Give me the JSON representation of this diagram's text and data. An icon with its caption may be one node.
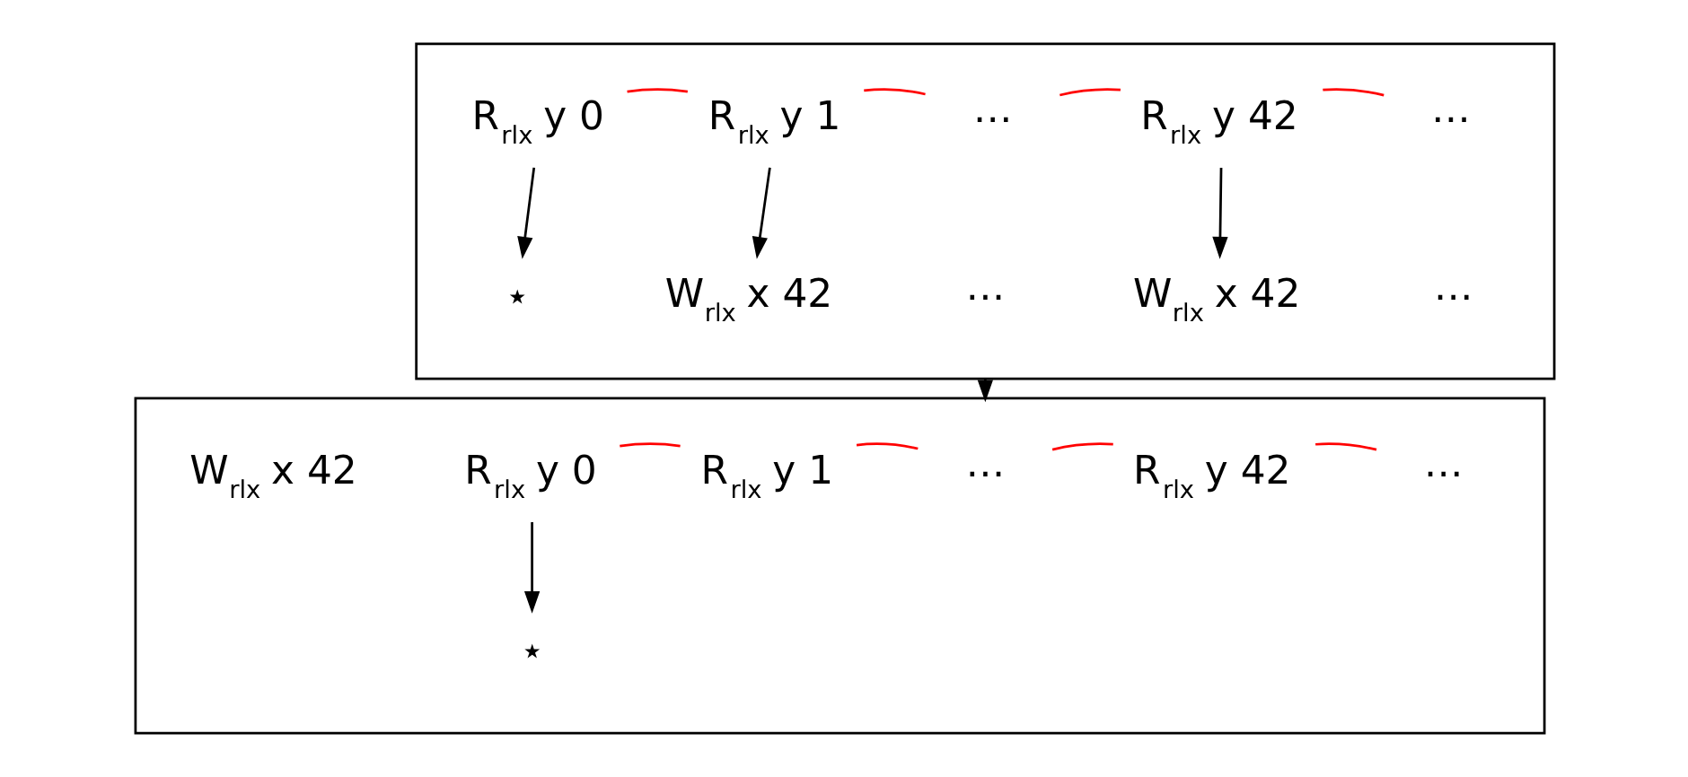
{
  "diagram": {
    "nodes": [
      {
        "text": [],
        "shape": "box"
      },
      {
        "text": [
          "R$_{rlx}$ y 0"
        ],
        "in": 0
      },
      {
        "text": [
          "R$_{rlx}$ y 1"
        ],
        "in": 0
      },
      {
        "text": [
          "⋯"
        ],
        "in": 0
      },
      {
        "text": [
          "R$_{rlx}$ y 42"
        ],
        "in": 0
      },
      {
        "text": [
          "⋯"
        ],
        "in": 0
      },
      {
        "text": [
          "⋆"
        ],
        "in": 0
      },
      {
        "text": [
          "W$_{rlx}$ x 42"
        ],
        "in": 0
      },
      {
        "text": [
          "⋯"
        ],
        "in": 0
      },
      {
        "text": [
          "W$_{rlx}$ x 42"
        ],
        "in": 0
      },
      {
        "text": [
          "⋯"
        ],
        "in": 0
      },
      {
        "text": [],
        "shape": "box"
      },
      {
        "text": [
          "W$_{rlx}$ x 42"
        ],
        "in": 11
      },
      {
        "text": [
          "R$_{rlx}$ y 0"
        ],
        "in": 11
      },
      {
        "text": [
          "R$_{rlx}$ y 1"
        ],
        "in": 11
      },
      {
        "text": [
          "⋯"
        ],
        "in": 11
      },
      {
        "text": [
          "R$_{rlx}$ y 42"
        ],
        "in": 11
      },
      {
        "text": [
          "⋯"
        ],
        "in": 11
      },
      {
        "text": [
          "⋆"
        ],
        "in": 11
      }
    ],
    "edges": [
      {
        "from": 1,
        "to": 2,
        "arrow": "none",
        "color": "#ff0000"
      },
      {
        "from": 2,
        "to": 3,
        "arrow": "none",
        "color": "#ff0000"
      },
      {
        "from": 3,
        "to": 4,
        "arrow": "none",
        "color": "#ff0000"
      },
      {
        "from": 4,
        "to": 5,
        "arrow": "none",
        "color": "#ff0000"
      },
      {
        "from": 1,
        "to": 6,
        "arrow": "to",
        "color": "#000000"
      },
      {
        "from": 2,
        "to": 7,
        "arrow": "to",
        "color": "#000000"
      },
      {
        "from": 4,
        "to": 9,
        "arrow": "to",
        "color": "#000000"
      },
      {
        "from": 0,
        "to": 11,
        "arrow": "to",
        "color": "#000000"
      },
      {
        "from": 13,
        "to": 14,
        "arrow": "none",
        "color": "#ff0000"
      },
      {
        "from": 14,
        "to": 15,
        "arrow": "none",
        "color": "#ff0000"
      },
      {
        "from": 15,
        "to": 16,
        "arrow": "none",
        "color": "#ff0000"
      },
      {
        "from": 16,
        "to": 17,
        "arrow": "none",
        "color": "#ff0000"
      },
      {
        "from": 13,
        "to": 18,
        "arrow": "to",
        "color": "#000000"
      }
    ]
  }
}
